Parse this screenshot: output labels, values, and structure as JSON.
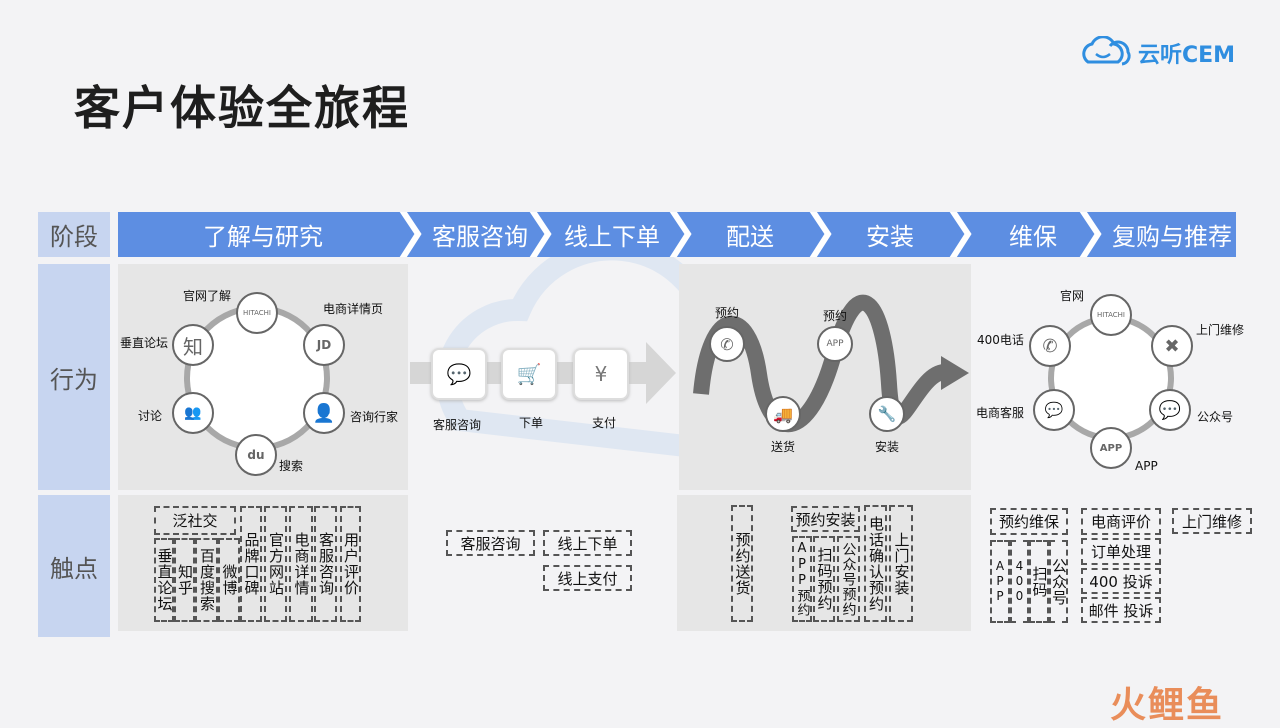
{
  "title": "客户体验全旅程",
  "logo": {
    "text": "云听CEM",
    "color": "#2f8ee0"
  },
  "watermark_logo": "火鲤鱼",
  "row_labels": {
    "stage": "阶段",
    "behavior": "行为",
    "touchpoint": "触点"
  },
  "stages": [
    "了解与研究",
    "客服咨询",
    "线上下单",
    "配送",
    "安装",
    "维保",
    "复购与推荐"
  ],
  "colors": {
    "stage_bar": "#5d8ee2",
    "label_bg": "#c7d5f0",
    "panel": "#e6e6e6"
  },
  "behavior": {
    "research": [
      "官网了解",
      "电商详情页",
      "垂直论坛",
      "讨论",
      "搜索",
      "咨询行家"
    ],
    "research_icons": {
      "official": "HITACHI",
      "jd": "JD",
      "zhi": "知",
      "baidu": "du"
    },
    "purchase": [
      "客服咨询",
      "下单",
      "支付"
    ],
    "delivery": [
      "预约",
      "送货",
      "预约",
      "安装"
    ],
    "maintenance": [
      "官网",
      "上门维修",
      "公众号",
      "APP",
      "电商客服",
      "400电话"
    ],
    "maint_icons": {
      "official": "HITACHI",
      "app": "APP"
    }
  },
  "touchpoints": {
    "research": {
      "group": "泛社交",
      "items": [
        "垂直论坛",
        "知乎",
        "百度搜索",
        "微博",
        "品牌口碑",
        "官方网站",
        "电商详情",
        "客服咨询",
        "用户评价"
      ]
    },
    "purchase": [
      "客服咨询",
      "线上下单",
      "线上支付"
    ],
    "delivery": {
      "first": "预约送货",
      "group": "预约安装",
      "items": [
        "APP预约",
        "扫码预约",
        "公众号预约",
        "电话确认预约",
        "上门安装"
      ]
    },
    "maintenance": {
      "group": "预约维保",
      "items": [
        "APP",
        "400",
        "扫码",
        "公众号"
      ],
      "right": [
        "电商评价",
        "订单处理",
        "400 投诉",
        "邮件 投诉",
        "上门维修"
      ]
    }
  }
}
